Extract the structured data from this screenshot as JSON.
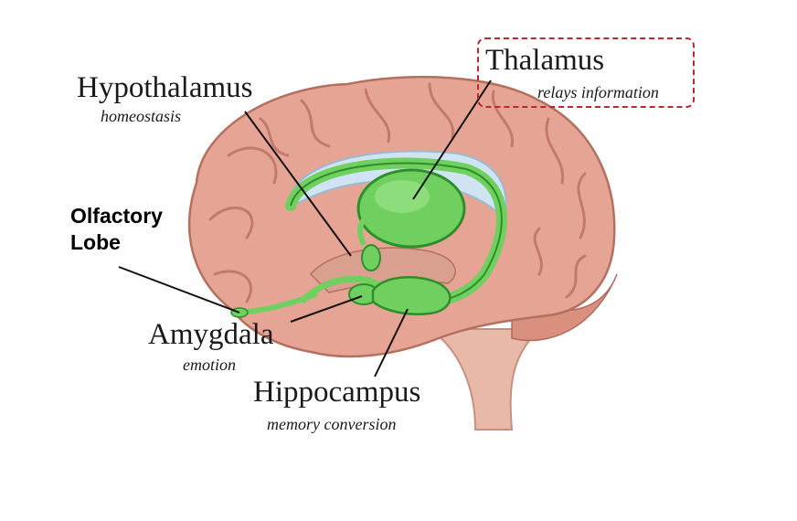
{
  "labels": {
    "thalamus": {
      "title": "Thalamus",
      "caption": "relays information"
    },
    "hypothalamus": {
      "title": "Hypothalamus",
      "caption": "homeostasis"
    },
    "olfactory": {
      "line1": "Olfactory",
      "line2": "Lobe"
    },
    "amygdala": {
      "title": "Amygdala",
      "caption": "emotion"
    },
    "hippocampus": {
      "title": "Hippocampus",
      "caption": "memory conversion"
    }
  },
  "colors": {
    "brain_outer": "#e6a495",
    "brain_fold": "#c27a6c",
    "limbic_green": "#6fcf5f",
    "limbic_dark": "#2e8f2a",
    "ventricle_blue": "#cfe3f2",
    "stem": "#e8b8a8",
    "highlight_box": "#c0262c",
    "leader_line": "#111111"
  }
}
